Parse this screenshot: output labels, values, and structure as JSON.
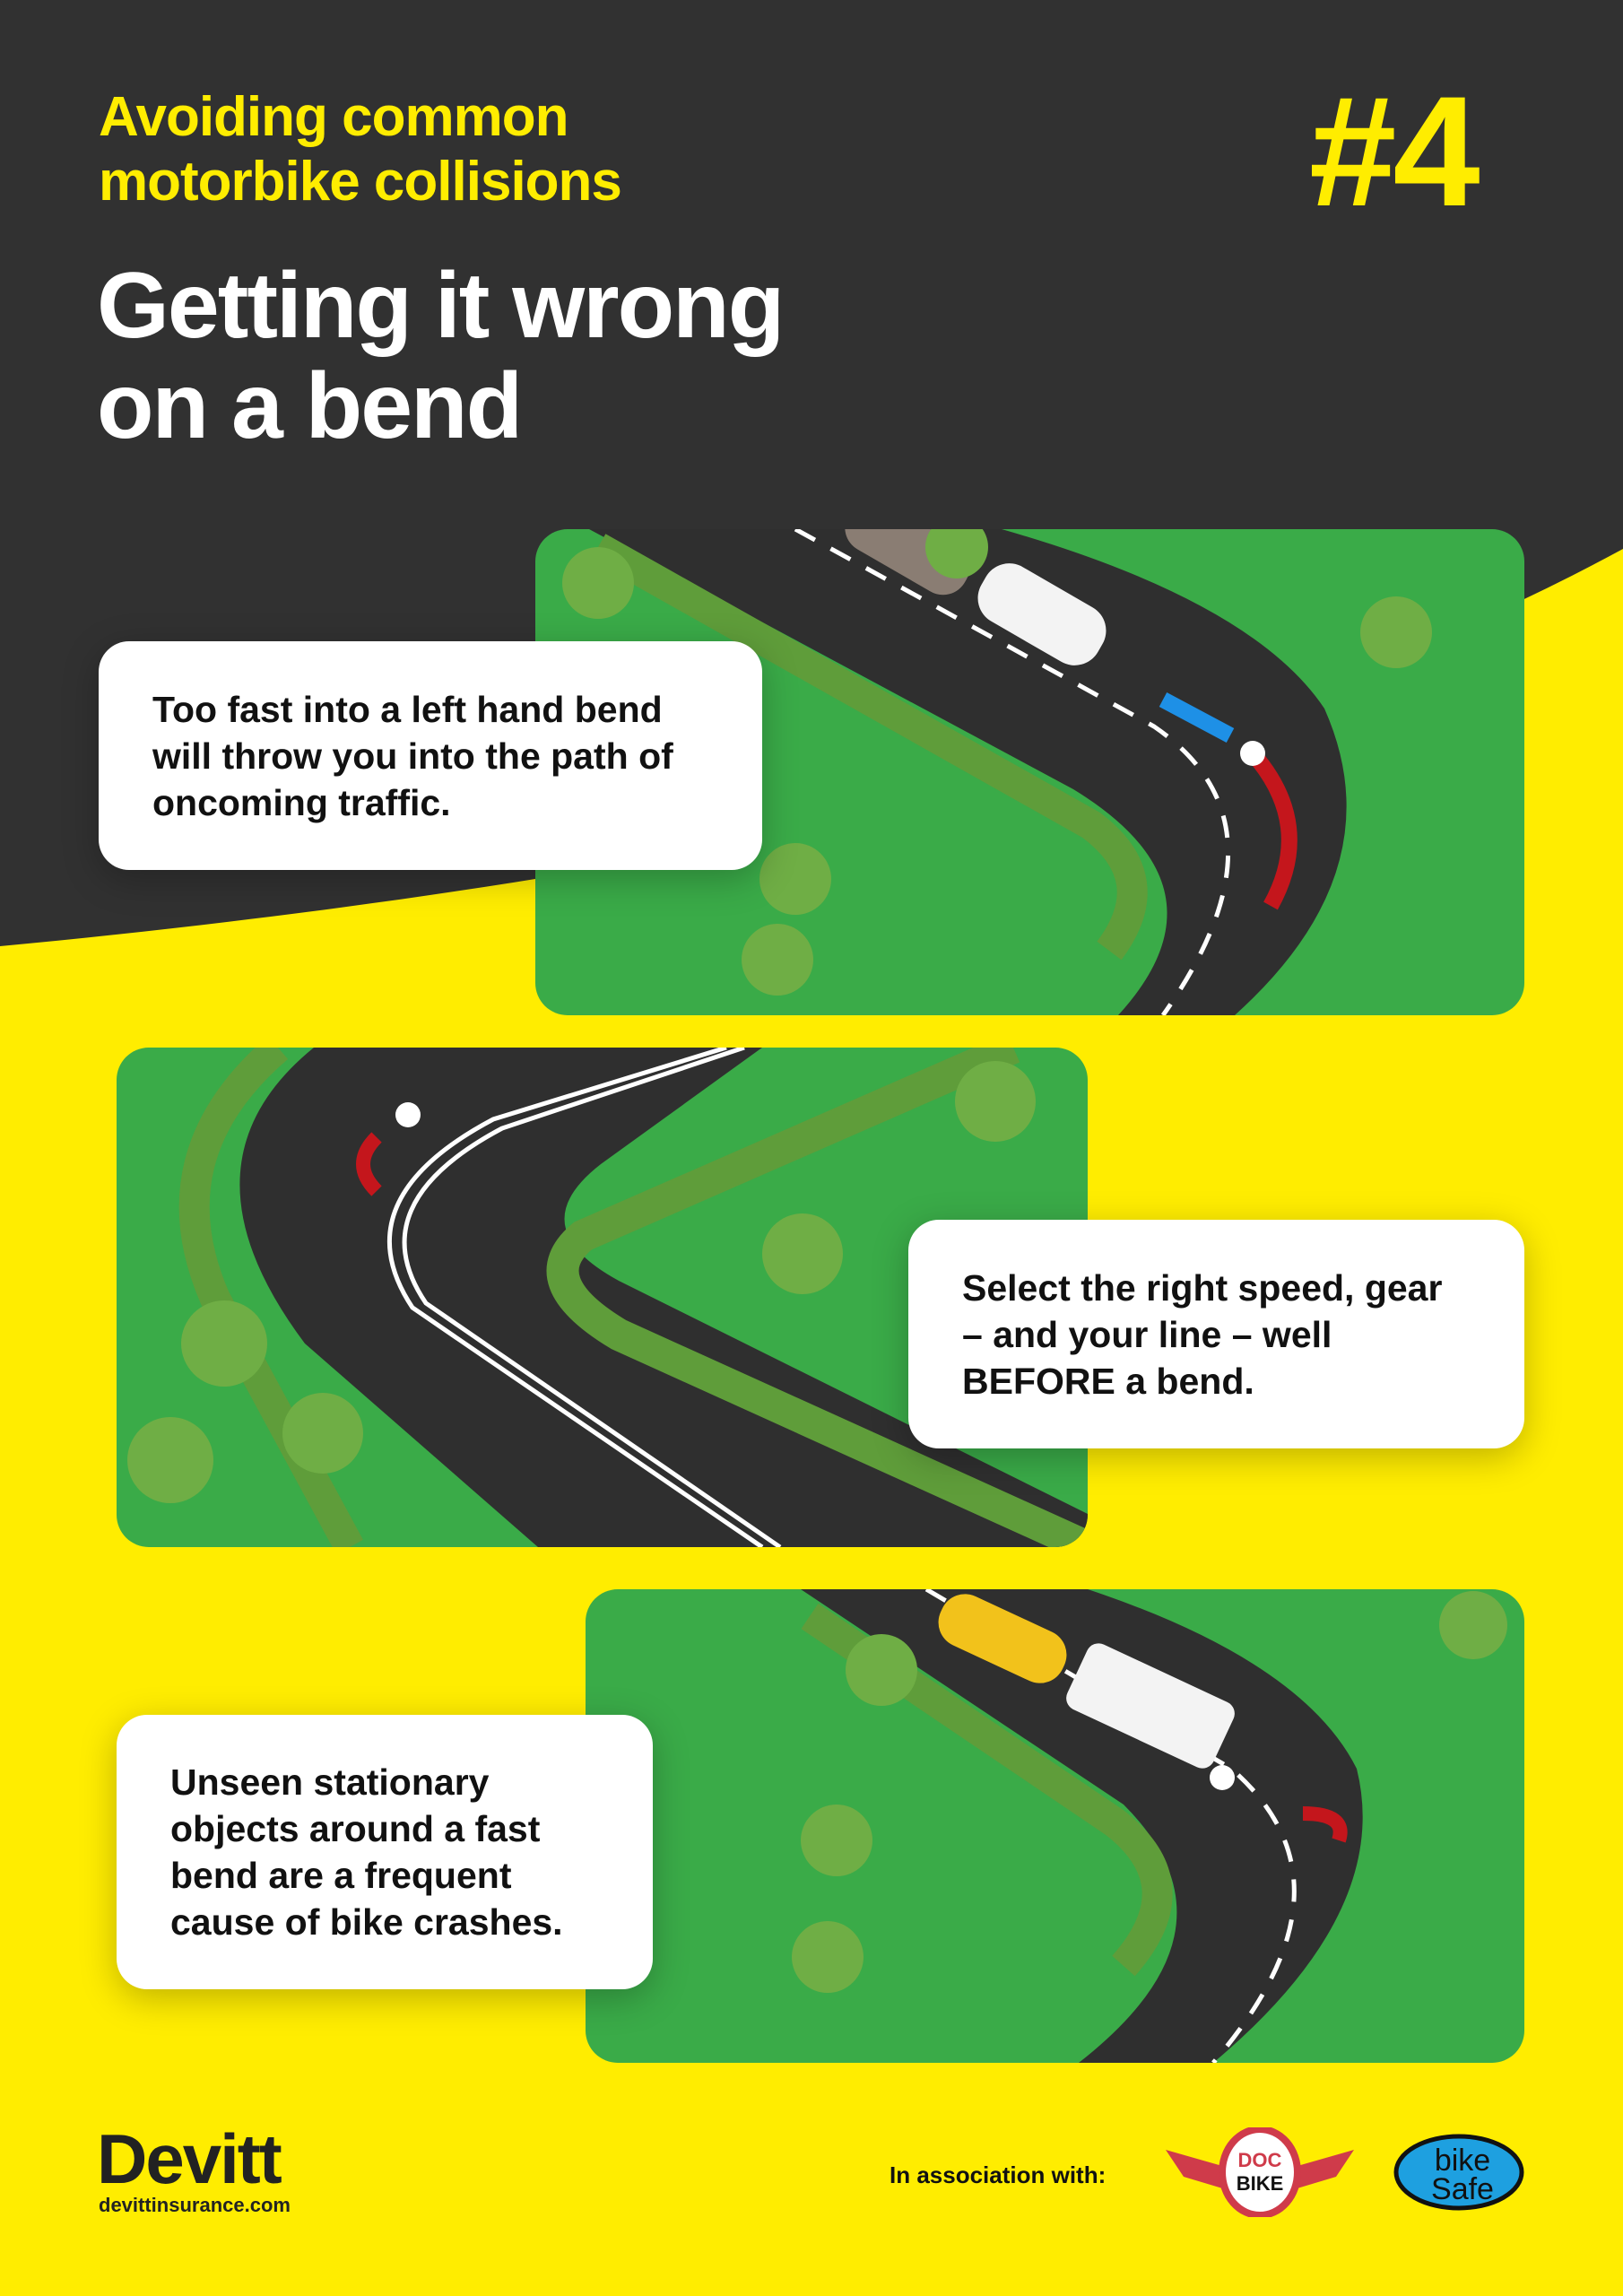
{
  "header": {
    "subtitle_line1": "Avoiding common",
    "subtitle_line2": "motorbike collisions",
    "number": "#4",
    "title_line1": "Getting it wrong",
    "title_line2": "on a bend"
  },
  "panels": [
    {
      "callout": "Too fast into a left hand bend will throw you into the path of oncoming traffic."
    },
    {
      "callout": "Select the right speed, gear – and your line – well BEFORE a bend."
    },
    {
      "callout": "Unseen stationary objects around a fast bend are a frequent cause of bike crashes."
    }
  ],
  "footer": {
    "brand": "Devitt",
    "url": "devittinsurance.com",
    "association": "In association with:",
    "partner1": "DOC BIKE",
    "partner2": "bike Safe"
  },
  "colors": {
    "yellow": "#ffed00",
    "dark": "#313131",
    "grass": "#3aab48",
    "road": "#333333"
  }
}
